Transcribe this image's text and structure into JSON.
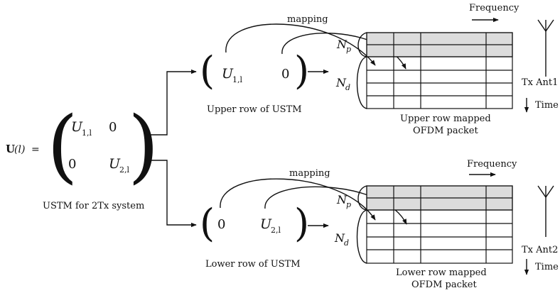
{
  "matrix": {
    "lhs_bold": "U",
    "lhs_arg": "(l)",
    "equals": "=",
    "u1": "U",
    "u1_sub": "1,l",
    "u2": "U",
    "u2_sub": "2,l",
    "zero": "0",
    "caption": "USTM for 2Tx system"
  },
  "upper": {
    "row_u": "U",
    "row_sub": "1,l",
    "row_zero": "0",
    "row_caption": "Upper row of USTM",
    "mapping": "mapping",
    "np": "N",
    "np_sub": "p",
    "nd": "N",
    "nd_sub": "d",
    "packet_line1": "Upper row mapped",
    "packet_line2": "OFDM packet",
    "frequency": "Frequency",
    "antenna": "Tx Ant1",
    "time": "Time"
  },
  "lower": {
    "row_u": "U",
    "row_sub": "2,l",
    "row_zero": "0",
    "row_caption": "Lower row of USTM",
    "mapping": "mapping",
    "np": "N",
    "np_sub": "p",
    "nd": "N",
    "nd_sub": "d",
    "packet_line1": "Lower row mapped",
    "packet_line2": "OFDM packet",
    "frequency": "Frequency",
    "antenna": "Tx Ant2",
    "time": "Time"
  }
}
